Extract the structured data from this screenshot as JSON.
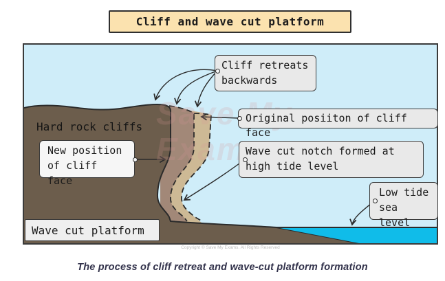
{
  "title": "Cliff and wave cut platform",
  "caption": "The process of cliff retreat and wave-cut platform formation",
  "copyright": "Copyright © Save My Exams. All Rights Reserved",
  "watermark": {
    "line1": "Save My",
    "line2": "Exams"
  },
  "labels": {
    "hard_rock_cliffs": "Hard rock cliffs",
    "cliff_retreats": {
      "line1": "Cliff retreats",
      "line2": "backwards"
    },
    "original_position": "Original posiiton of cliff face",
    "new_position": {
      "line1": "New position",
      "line2": "of cliff face"
    },
    "wave_cut_notch": {
      "line1": "Wave cut notch formed at",
      "line2": "high tide level"
    },
    "low_tide": {
      "line1": "Low tide",
      "line2": "sea level"
    },
    "wave_cut_platform": "Wave cut platform"
  },
  "colors": {
    "sky": "#CFEDF9",
    "sea": "#10BCE9",
    "cliff_rock": "#6C5D4C",
    "previous_cliff_layer_1": "#A28878",
    "previous_cliff_layer_2": "#CDB995",
    "title_background": "#FBE2AF",
    "label_background": "#E9E9E9",
    "outline": "#2b2b2b",
    "caption_text": "#32324B"
  }
}
